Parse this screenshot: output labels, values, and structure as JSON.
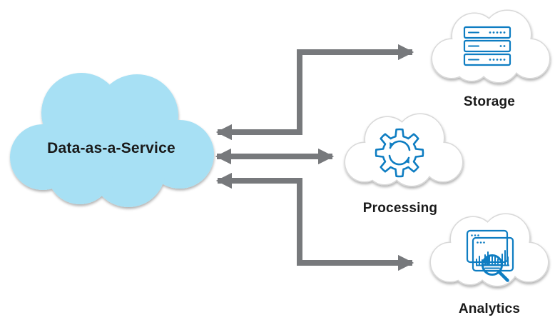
{
  "diagram": {
    "title_node": {
      "label": "Data-as-a-Service"
    },
    "nodes": [
      {
        "id": "storage",
        "label": "Storage",
        "icon": "server-stack-icon"
      },
      {
        "id": "processing",
        "label": "Processing",
        "icon": "gear-sync-icon"
      },
      {
        "id": "analytics",
        "label": "Analytics",
        "icon": "chart-magnifier-icon"
      }
    ],
    "connections": [
      {
        "from": "Data-as-a-Service",
        "to": "Storage",
        "style": "double-headed-elbow"
      },
      {
        "from": "Data-as-a-Service",
        "to": "Processing",
        "style": "double-headed-straight"
      },
      {
        "from": "Data-as-a-Service",
        "to": "Analytics",
        "style": "double-headed-elbow"
      }
    ],
    "colors": {
      "hub_fill": "#a7e0f4",
      "arrow": "#77797c",
      "icon_blue": "#0e7dc2",
      "cloud_stroke": "#d9d9d9",
      "label_text": "#1a1a1a",
      "background": "#ffffff"
    }
  }
}
